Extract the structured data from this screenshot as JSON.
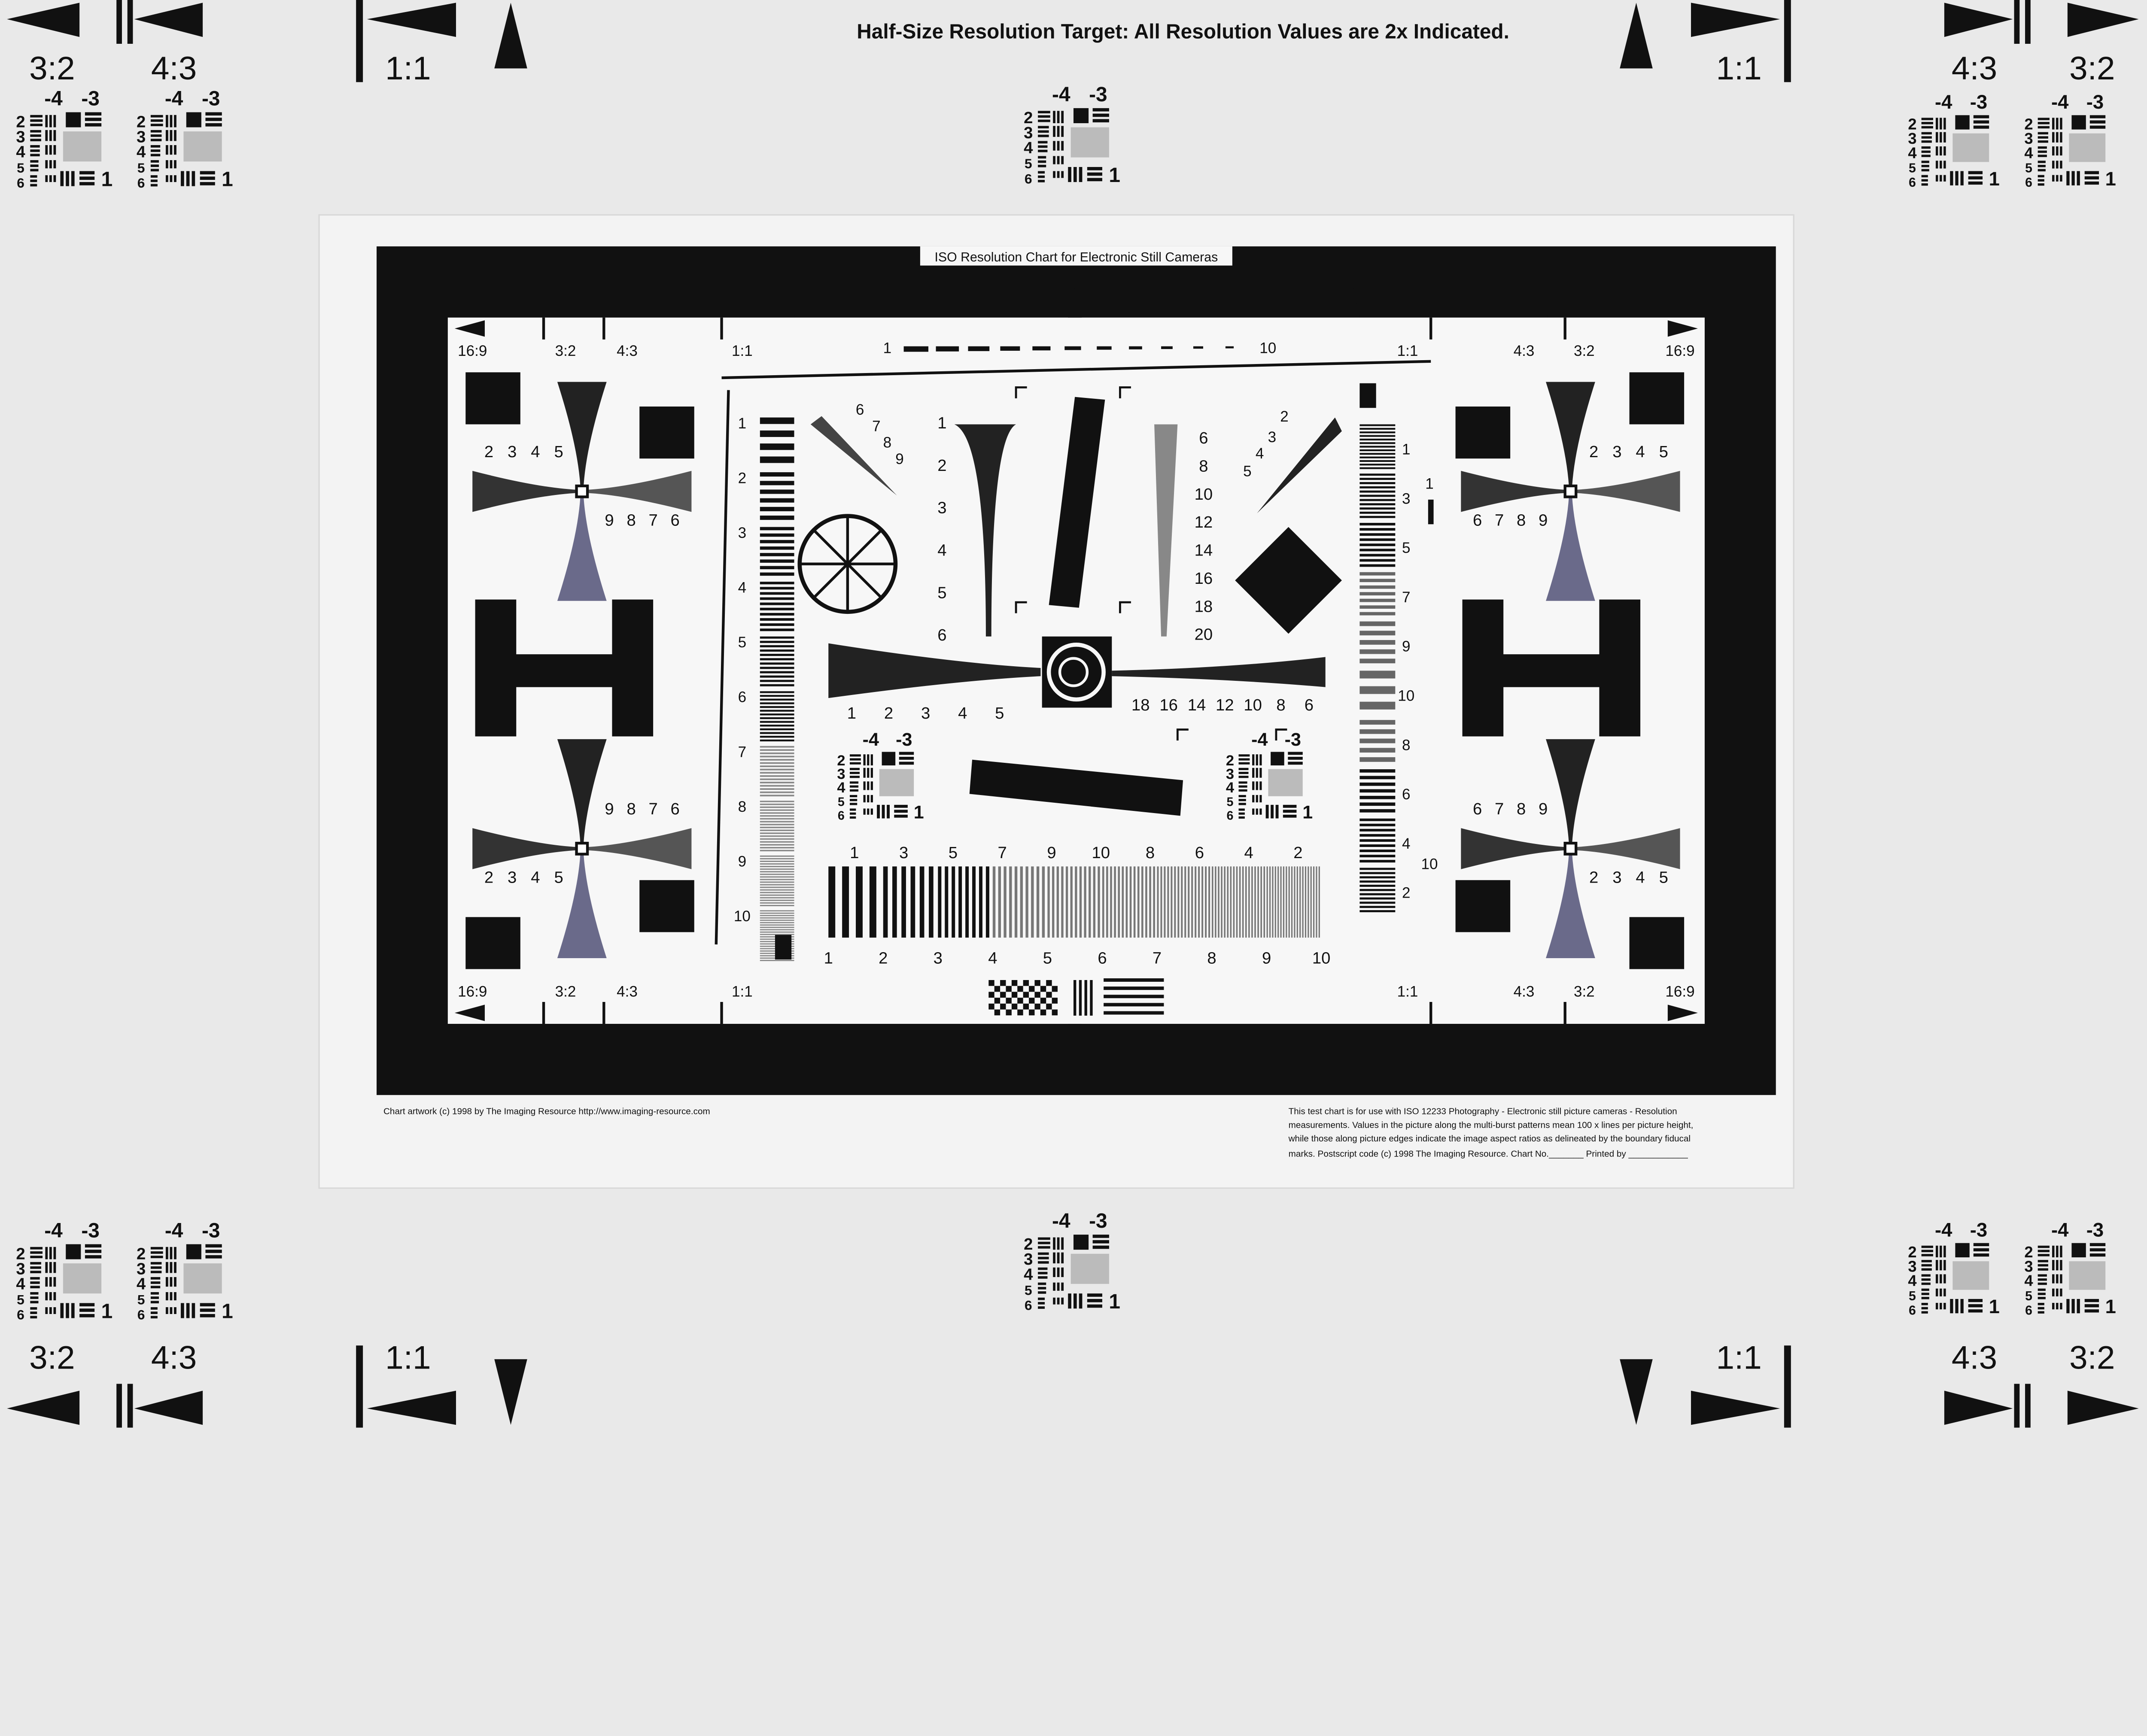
{
  "header": {
    "title": "Half-Size Resolution Target: All Resolution Values are 2x Indicated."
  },
  "outer_marks": {
    "ratio_3_2": "3:2",
    "ratio_4_3": "4:3",
    "ratio_1_1": "1:1"
  },
  "mini_target": {
    "top_left": "-4",
    "top_right": "-3",
    "rows": [
      "2",
      "3",
      "4",
      "5",
      "6"
    ],
    "corner": "1"
  },
  "chart": {
    "caption": "ISO Resolution Chart for Electronic Still Cameras",
    "aspect_labels": {
      "r16_9": "16:9",
      "r3_2": "3:2",
      "r4_3": "4:3",
      "r1_1": "1:1"
    },
    "top_scale": [
      "1",
      "10"
    ],
    "left_scale": [
      "1",
      "2",
      "3",
      "4",
      "5",
      "6",
      "7",
      "8",
      "9",
      "10"
    ],
    "right_scale": [
      "1",
      "3",
      "5",
      "7",
      "9",
      "10",
      "8",
      "6",
      "4",
      "2"
    ],
    "right_scale_extra": [
      "1",
      "10"
    ],
    "bottom_scale": [
      "1",
      "2",
      "3",
      "4",
      "5",
      "6",
      "7",
      "8",
      "9",
      "10"
    ],
    "mid_scale": [
      "1",
      "3",
      "5",
      "7",
      "9",
      "10",
      "8",
      "6",
      "4",
      "2"
    ],
    "horiz_left_scale": [
      "1",
      "2",
      "3",
      "4",
      "5"
    ],
    "horiz_right_scale": [
      "18",
      "16",
      "14",
      "12",
      "10",
      "8",
      "6"
    ],
    "left_wedge_scale": [
      "1",
      "2",
      "3",
      "4",
      "5",
      "6"
    ],
    "right_wedge_scale": [
      "6",
      "8",
      "10",
      "12",
      "14",
      "16",
      "18",
      "20"
    ],
    "star_tl": [
      "6",
      "7",
      "8",
      "9"
    ],
    "star_tr": [
      "2",
      "3",
      "4",
      "5"
    ],
    "quadrant_a": [
      "2",
      "3",
      "4",
      "5"
    ],
    "quadrant_b": [
      "9",
      "8",
      "7",
      "6"
    ],
    "footer_left": "Chart artwork (c) 1998 by The Imaging Resource http://www.imaging-resource.com",
    "footer_right": [
      "This test chart is for use with ISO 12233 Photography - Electronic still picture cameras - Resolution",
      "measurements. Values in the picture along the multi-burst patterns mean 100 x lines per picture height,",
      "while those along picture edges indicate the image aspect ratios as delineated by the boundary fiducal",
      "marks. Postscript code  (c) 1998 The Imaging Resource. Chart No._______ Printed by ____________"
    ]
  }
}
